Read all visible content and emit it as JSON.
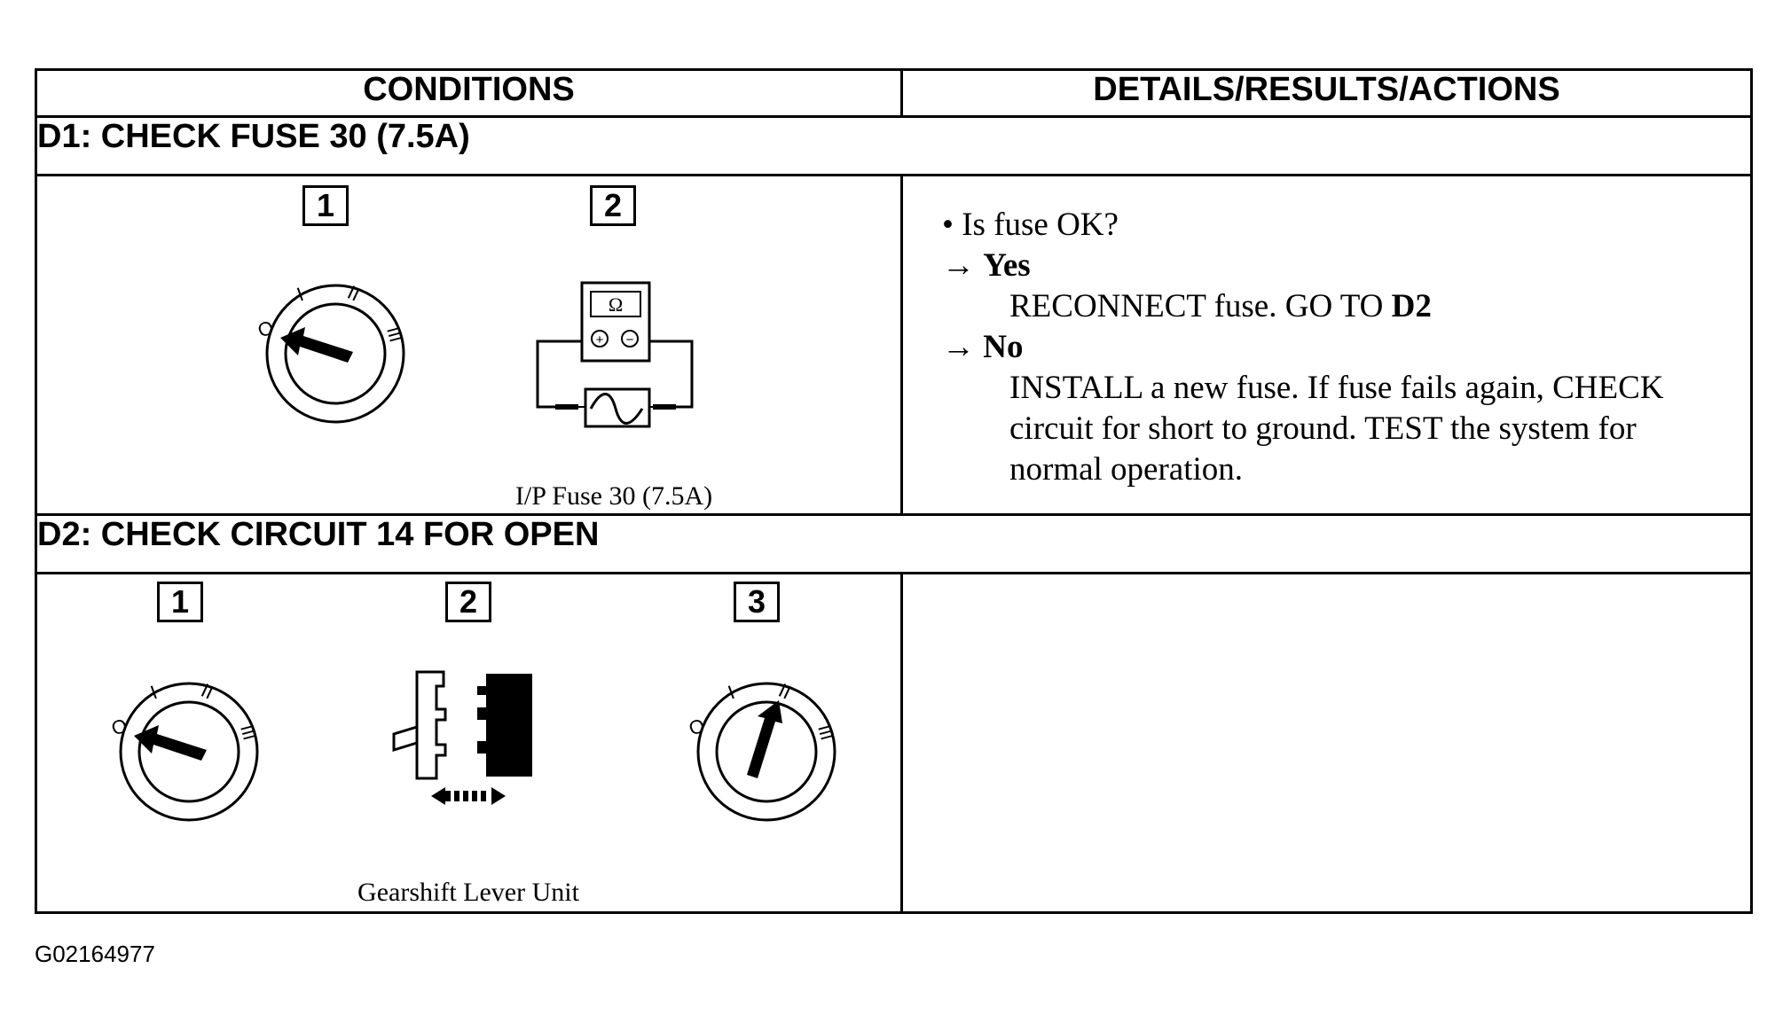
{
  "table": {
    "col_conditions": "CONDITIONS",
    "col_details": "DETAILS/RESULTS/ACTIONS"
  },
  "steps": [
    {
      "heading": "D1: CHECK FUSE 30 (7.5A)",
      "figure_numbers": [
        "1",
        "2"
      ],
      "figure_icons": [
        "ignition-switch-off-icon",
        "ohmmeter-fuse-test-icon"
      ],
      "ohmmeter_symbol": "Ω",
      "ohmmeter_plus": "+",
      "ohmmeter_minus": "−",
      "caption": "I/P Fuse 30 (7.5A)",
      "details": {
        "question": "Is fuse OK?",
        "bullet": "•",
        "arrow": "→",
        "yes_label": "Yes",
        "yes_action_text": "RECONNECT fuse. GO TO ",
        "yes_action_target": "D2",
        "no_label": "No",
        "no_action_line1": "INSTALL a new fuse. If fuse fails again, CHECK",
        "no_action_line2": "circuit for short to ground. TEST the system for",
        "no_action_line3": "normal operation."
      }
    },
    {
      "heading": "D2: CHECK CIRCUIT 14 FOR OPEN",
      "figure_numbers": [
        "1",
        "2",
        "3"
      ],
      "figure_icons": [
        "ignition-switch-off-icon",
        "connector-disconnect-icon",
        "ignition-switch-run-icon"
      ],
      "caption": "Gearshift Lever Unit"
    }
  ],
  "switch_markings": {
    "off": "O",
    "acc": "I",
    "run": "II",
    "start": "III"
  },
  "figure_id": "G02164977"
}
